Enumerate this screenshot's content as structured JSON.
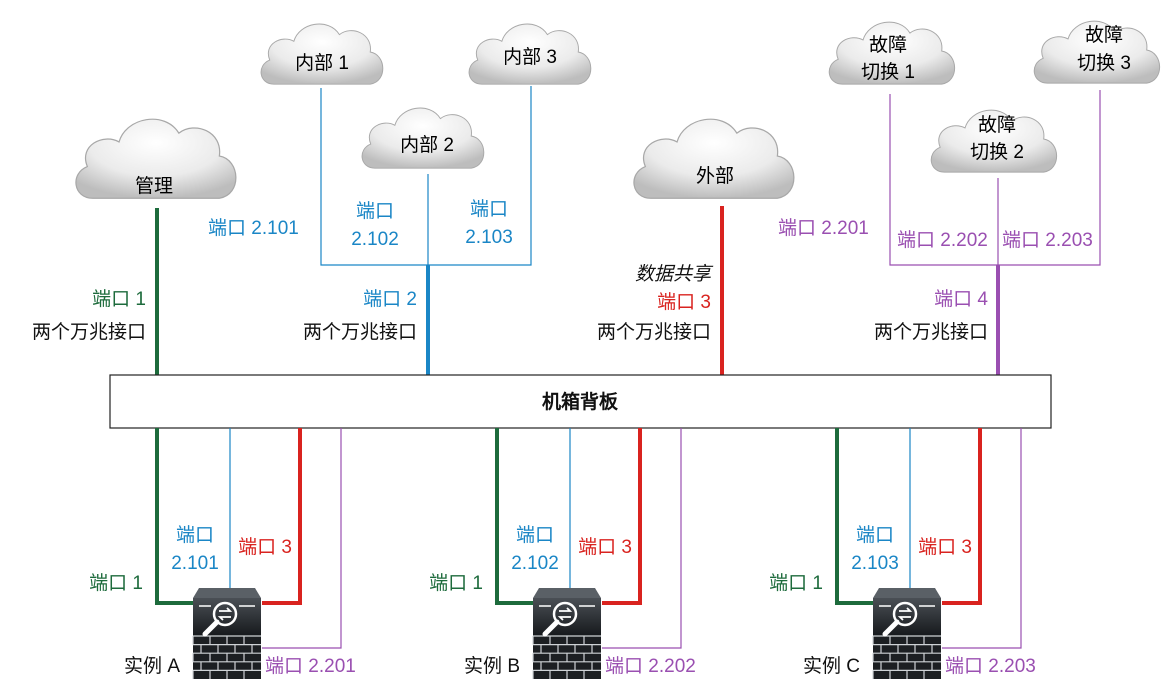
{
  "colors": {
    "mgmt": "#1d6b3c",
    "inside": "#1a86c6",
    "outside": "#d9231f",
    "failover": "#9a4fb1",
    "text": "#111111"
  },
  "clouds": {
    "mgmt": [
      "管理"
    ],
    "inside1": [
      "内部 1"
    ],
    "inside2": [
      "内部 2"
    ],
    "inside3": [
      "内部 3"
    ],
    "outside": [
      "外部"
    ],
    "failover1": [
      "故障",
      "切换 1"
    ],
    "failover2": [
      "故障",
      "切换 2"
    ],
    "failover3": [
      "故障",
      "切换 3"
    ]
  },
  "top_labels": {
    "port1": "端口 1",
    "port2": "端口 2",
    "port3": "端口 3",
    "port4": "端口 4",
    "tengig": "两个万兆接口",
    "data_shared": "数据共享",
    "sub_2101": "端口 2.101",
    "sub_2102": [
      "端口",
      "2.102"
    ],
    "sub_2103": [
      "端口",
      "2.103"
    ],
    "sub_2201": "端口 2.201",
    "sub_2202": "端口 2.202",
    "sub_2203": "端口 2.203"
  },
  "backplane": "机箱背板",
  "instances": [
    {
      "name": "实例 A",
      "mgmt_port": "端口 1",
      "inside_port": [
        "端口",
        "2.101"
      ],
      "outside_port": "端口 3",
      "failover_port": "端口 2.201"
    },
    {
      "name": "实例 B",
      "mgmt_port": "端口 1",
      "inside_port": [
        "端口",
        "2.102"
      ],
      "outside_port": "端口 3",
      "failover_port": "端口 2.202"
    },
    {
      "name": "实例 C",
      "mgmt_port": "端口 1",
      "inside_port": [
        "端口",
        "2.103"
      ],
      "outside_port": "端口 3",
      "failover_port": "端口 2.203"
    }
  ]
}
